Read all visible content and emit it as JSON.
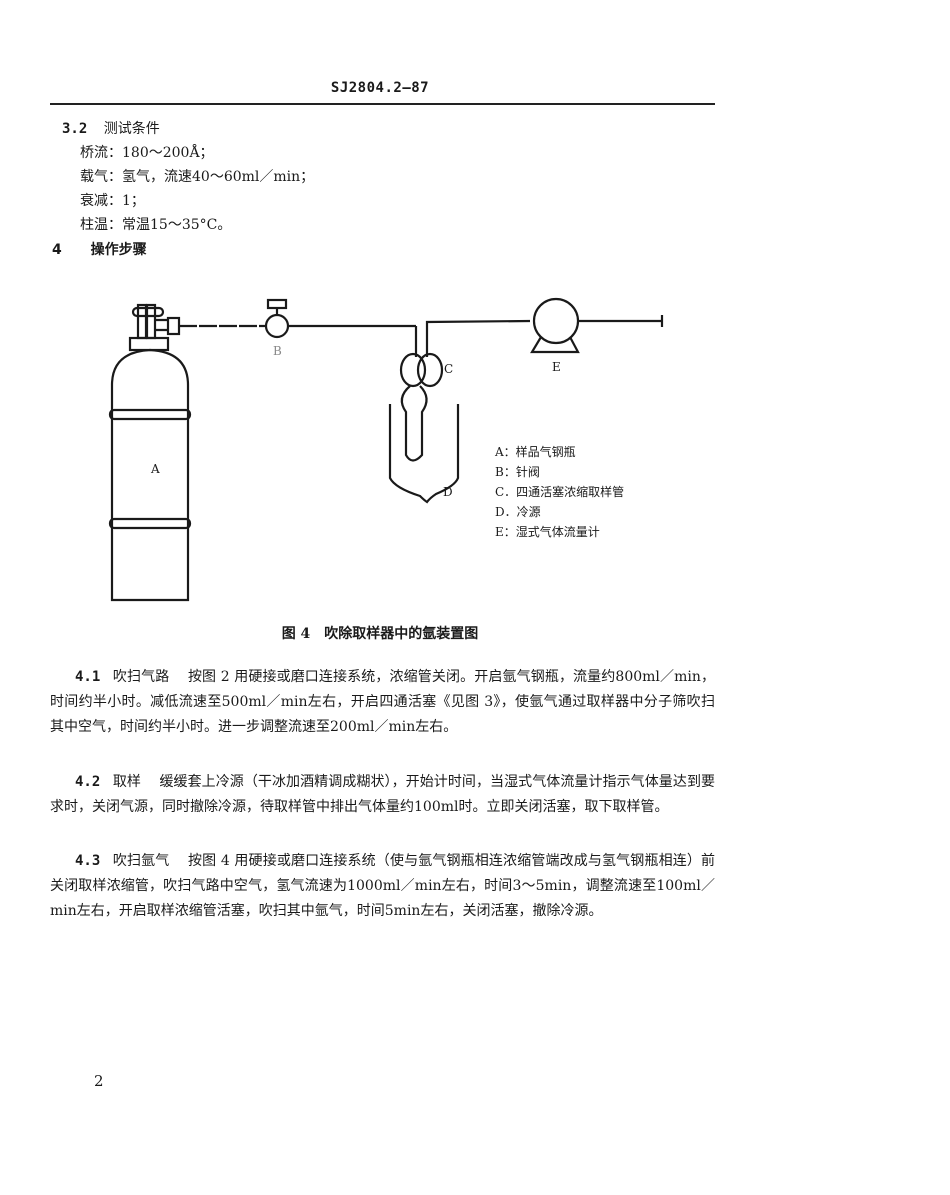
{
  "header": {
    "doc_code": "SJ2804.2—87"
  },
  "section_3_2": {
    "number": "3.2",
    "title": "测试条件",
    "items": [
      "桥流：180～200Å；",
      "载气：氢气，流速40～60ml／min；",
      "衰减：1；",
      "柱温：常温15～35°C。"
    ]
  },
  "section_4": {
    "number": "4",
    "title": "操作步骤"
  },
  "figure": {
    "labels": {
      "A": "A",
      "B": "B",
      "C": "C",
      "D": "D",
      "E": "E"
    },
    "legend": [
      "A：样品气钢瓶",
      "B：针阀",
      "C．四通活塞浓缩取样管",
      "D．冷源",
      "E：湿式气体流量计"
    ],
    "caption": "图 4　吹除取样器中的氩装置图"
  },
  "paragraphs": [
    {
      "number": "4.1",
      "title": "吹扫气路",
      "text": "按图 2 用硬接或磨口连接系统，浓缩管关闭。开启氩气钢瓶，流量约800ml／min，时间约半小时。减低流速至500ml／min左右，开启四通活塞《见图 3》，使氩气通过取样器中分子筛吹扫其中空气，时间约半小时。进一步调整流速至200ml／min左右。"
    },
    {
      "number": "4.2",
      "title": "取样",
      "text": "缓缓套上冷源（干冰加酒精调成糊状），开始计时间，当湿式气体流量计指示气体量达到要求时，关闭气源，同时撤除冷源，待取样管中排出气体量约100ml时。立即关闭活塞，取下取样管。"
    },
    {
      "number": "4.3",
      "title": "吹扫氩气",
      "text": "按图 4 用硬接或磨口连接系统（使与氩气钢瓶相连浓缩管端改成与氢气钢瓶相连）前关闭取样浓缩管，吹扫气路中空气，氢气流速为1000ml／min左右，时间3～5min，调整流速至100ml／min左右，开启取样浓缩管活塞，吹扫其中氩气，时间5min左右，关闭活塞，撤除冷源。"
    }
  ],
  "footer": {
    "page_number": "2"
  }
}
